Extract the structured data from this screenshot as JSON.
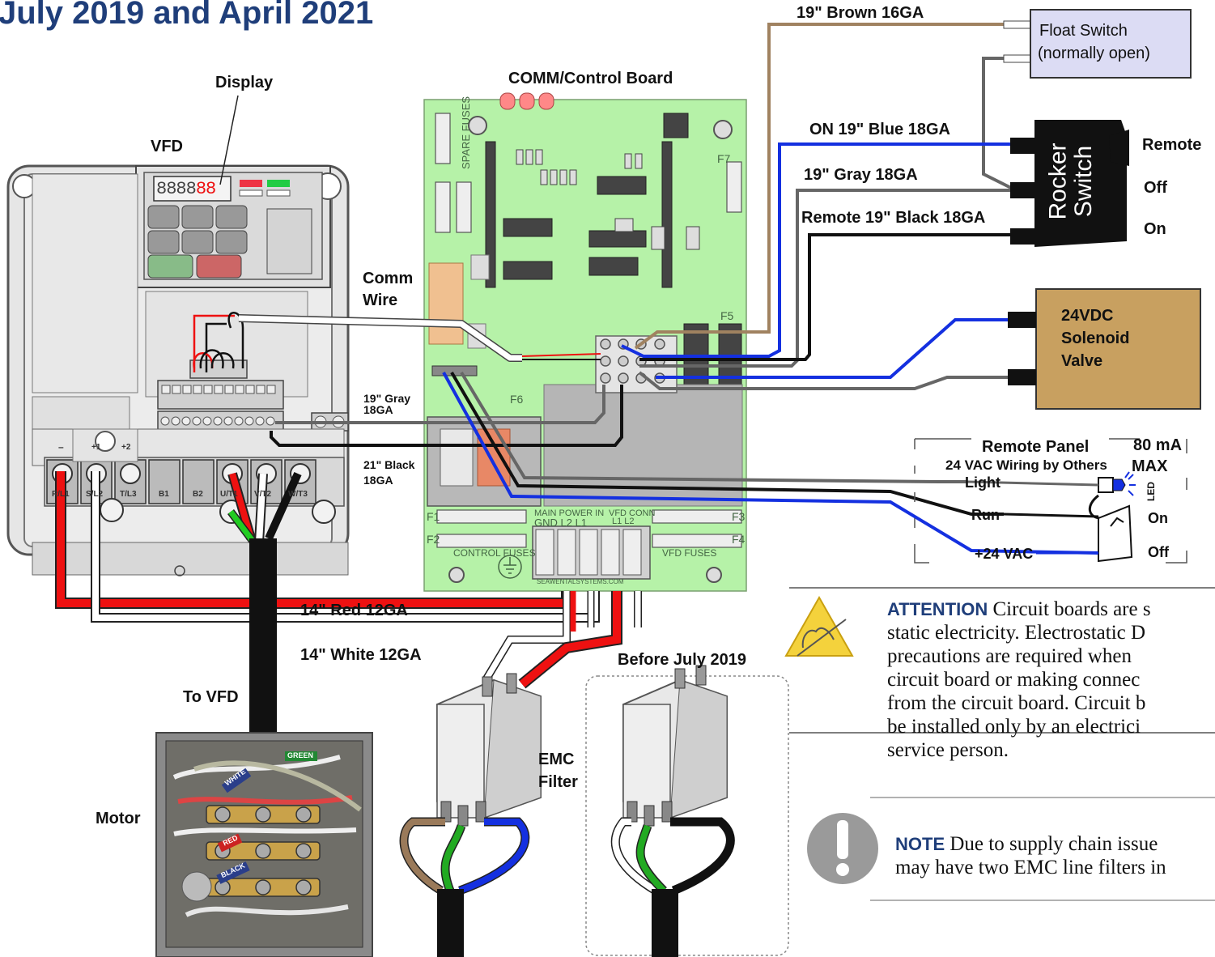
{
  "title": "July 2019 and April 2021",
  "labels": {
    "display": "Display",
    "vfd": "VFD",
    "comm_board": "COMM/Control Board",
    "comm_wire_1": "Comm",
    "comm_wire_2": "Wire",
    "gray_18ga_1": "19\" Gray",
    "gray_18ga_2": "18GA",
    "black_21_1": "21\" Black",
    "black_21_2": "18GA",
    "red_14": "14\" Red 12GA",
    "white_14": "14\" White 12GA",
    "to_vfd": "To VFD",
    "motor": "Motor",
    "emc_1": "EMC",
    "emc_2": "Filter",
    "before_july": "Before July 2019",
    "brown_wire": "19\" Brown 16GA",
    "blue_wire": "ON 19\" Blue 18GA",
    "gray_wire": "19\" Gray 18GA",
    "black_wire": "Remote 19\" Black 18GA",
    "float_1": "Float Switch",
    "float_2": "(normally open)",
    "rocker_1": "Rocker",
    "rocker_2": "Switch",
    "remote": "Remote",
    "off": "Off",
    "on": "On",
    "solenoid_1": "24VDC",
    "solenoid_2": "Solenoid",
    "solenoid_3": "Valve",
    "remote_panel": "Remote Panel",
    "wiring_by_others": "24 VAC Wiring by Others",
    "ma_80": "80 mA",
    "max": "MAX",
    "led": "LED",
    "light": "Light",
    "run": "Run",
    "plus24": "+24 VAC",
    "panel_on": "On",
    "panel_off": "Off",
    "motor_white": "WHITE",
    "motor_red": "RED",
    "motor_black": "BLACK",
    "motor_green": "GREEN",
    "vfd_display_digits": "8888",
    "vfd_display_red": "88",
    "board_spare_fuses": "SPARE FUSES",
    "board_main_power": "MAIN POWER IN",
    "board_gnd": "GND  L2  L1",
    "board_vfd_conn": "VFD CONN",
    "board_l1l2": "L1  L2",
    "board_control_fuses": "CONTROL FUSES",
    "board_vfd_fuses": "VFD FUSES",
    "board_website": "SEAWENTALSYSTEMS.COM",
    "vfd_terminals": [
      "R/L1",
      "S/L2",
      "T/L3",
      "B1",
      "B2",
      "U/T1",
      "V/T2",
      "W/T3"
    ],
    "vfd_bus_minus": "–",
    "vfd_bus_p1": "+1",
    "vfd_bus_p2": "+2",
    "board_fuse_labels": [
      "F1",
      "F2",
      "F3",
      "F4",
      "F5",
      "F6",
      "F7"
    ]
  },
  "attention": {
    "head": "ATTENTION",
    "lines": [
      " Circuit boards are s",
      "static electricity. Electrostatic D",
      "precautions are required when",
      "circuit board or making connec",
      "from the circuit board. Circuit b",
      "be installed only by an electrici",
      "service person."
    ]
  },
  "note": {
    "head": "NOTE",
    "lines": [
      "   Due to supply chain issue",
      "may have two EMC line filters in"
    ]
  },
  "colors": {
    "title": "#1f3e7a",
    "board": "#b6f2a8",
    "float_box": "#dcdcf4",
    "solenoid": "#c8a060",
    "wire_brown": "#a08260",
    "wire_blue": "#1430e0",
    "wire_gray": "#666666",
    "wire_red": "#ee1111"
  }
}
